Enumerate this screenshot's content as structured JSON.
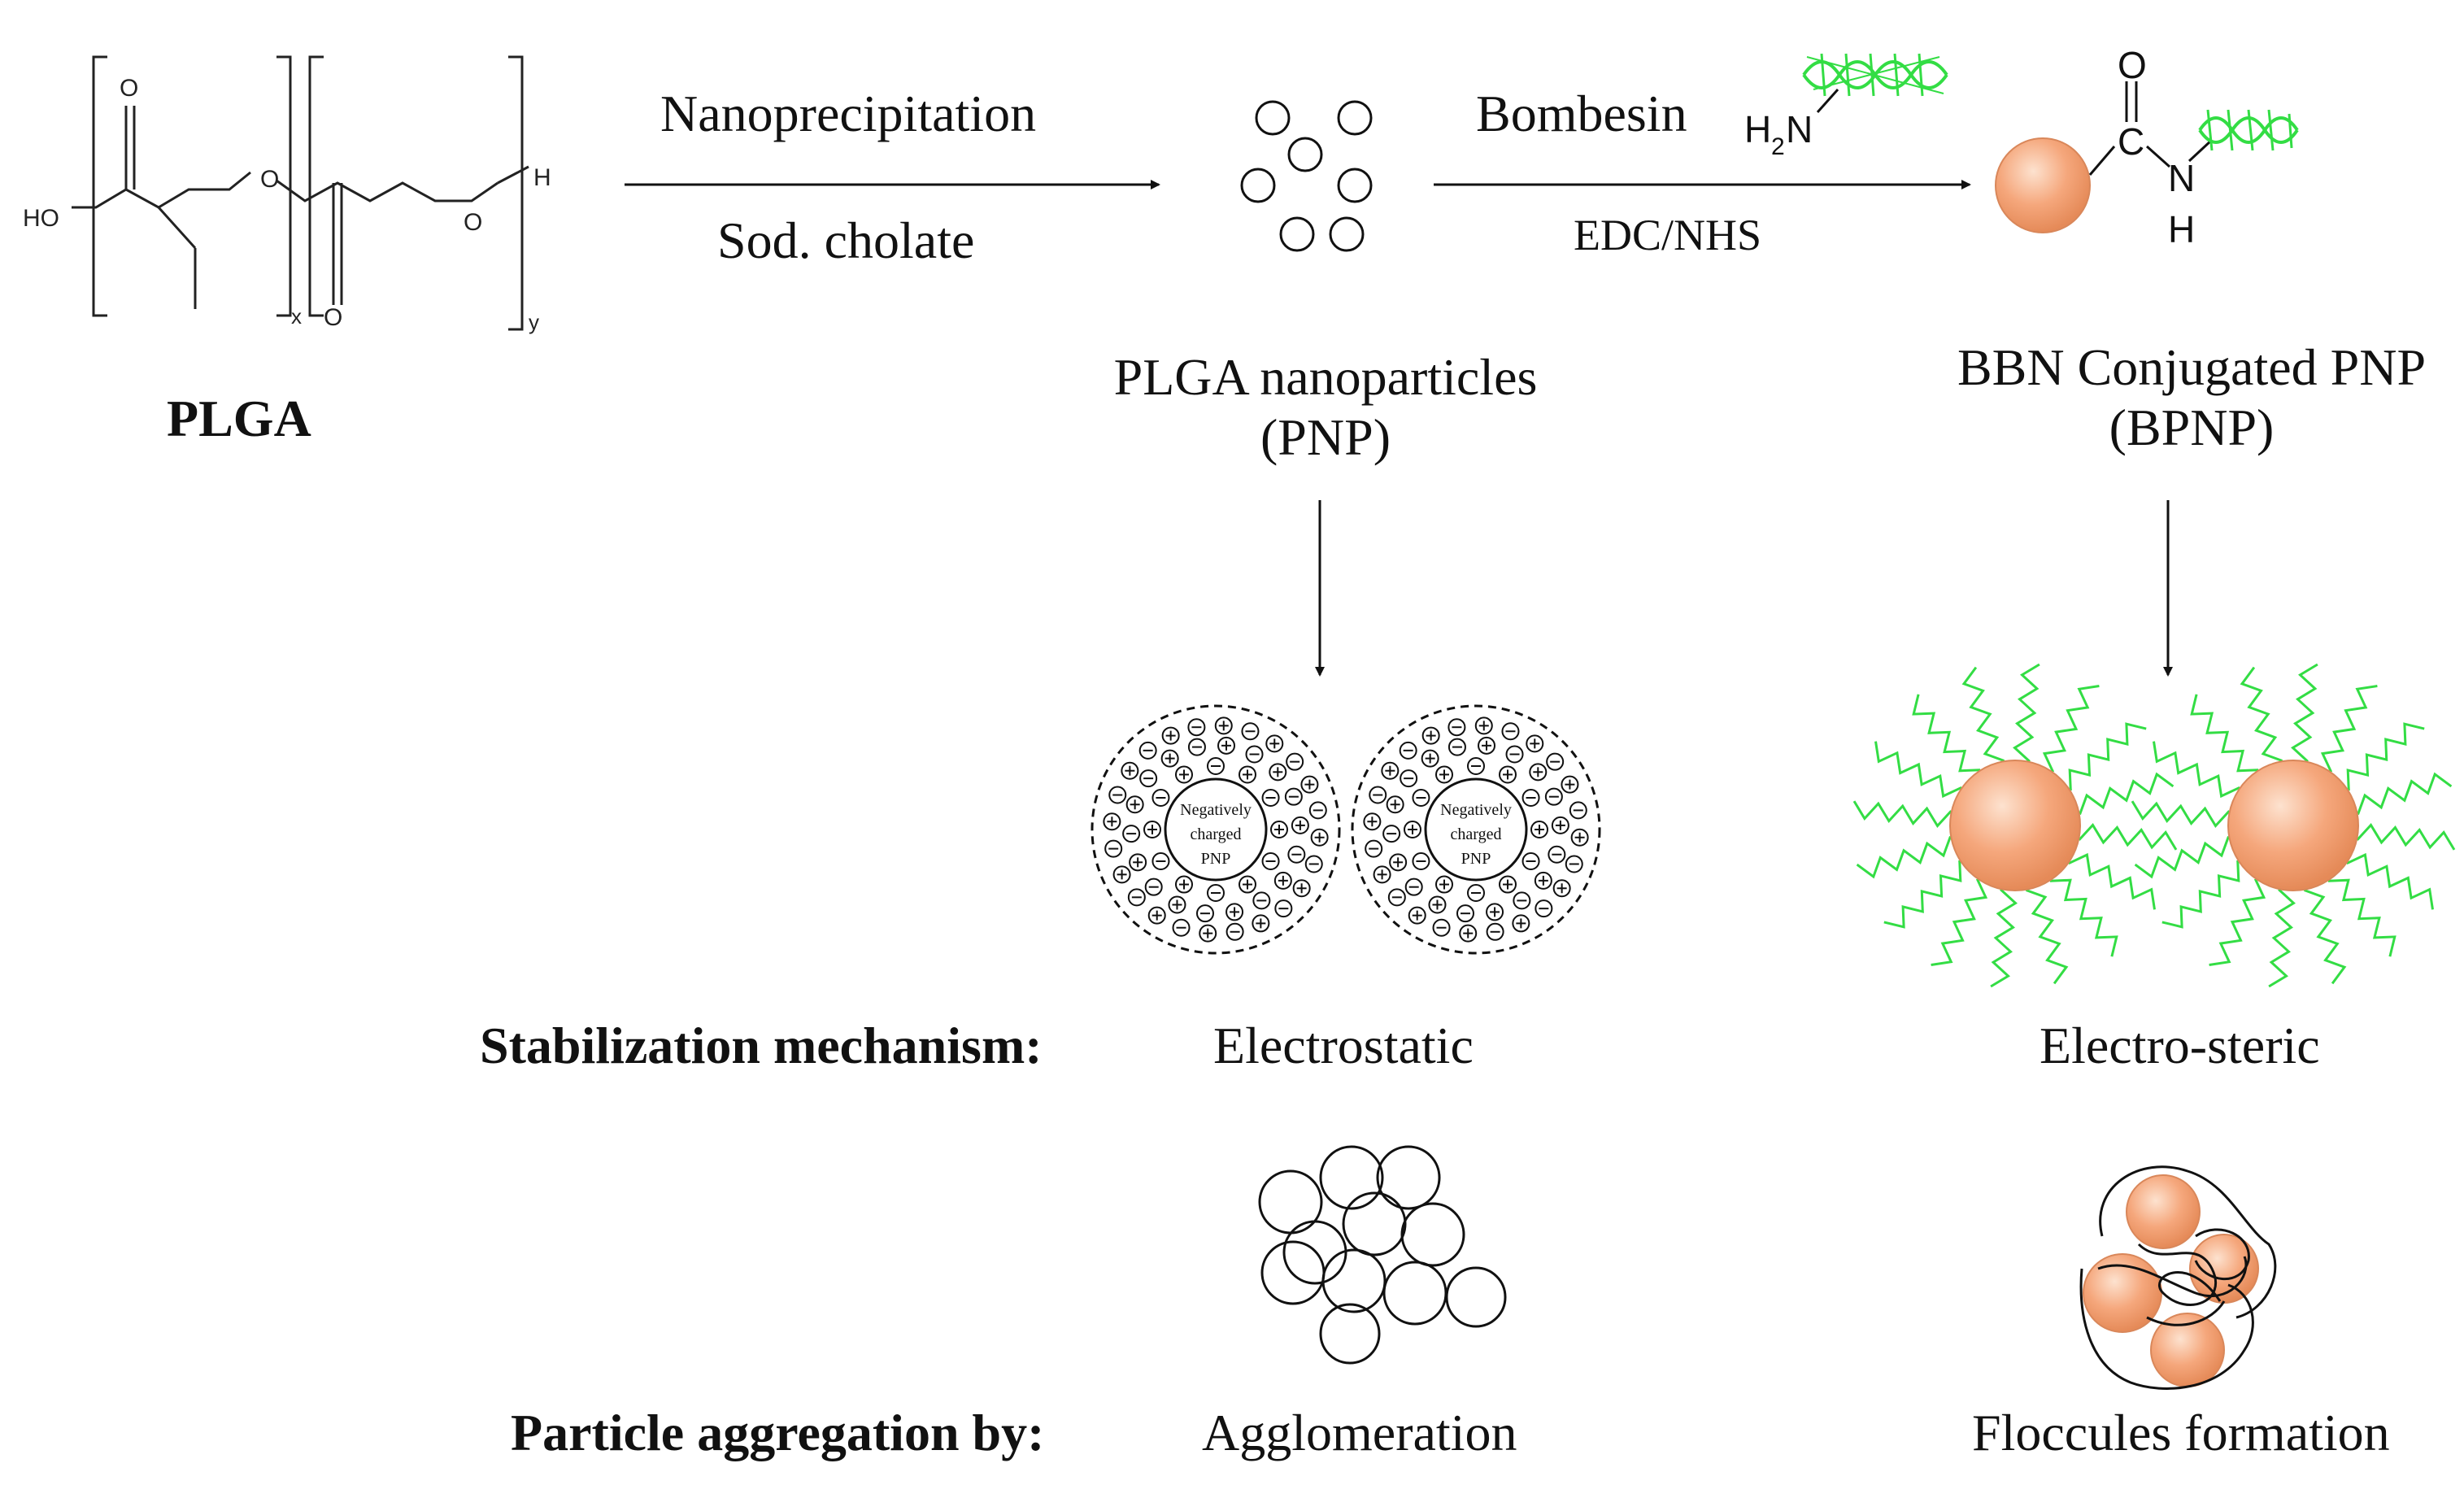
{
  "plga": {
    "label": "PLGA",
    "atoms": {
      "ho": "HO",
      "o_carbonyl1": "O",
      "o_ester1": "O",
      "x_sub": "x",
      "o_carbonyl2": "O",
      "o_ester2": "O",
      "h_end": "H",
      "y_sub": "y"
    }
  },
  "step1": {
    "above": "Nanoprecipitation",
    "below": "Sod. cholate"
  },
  "step2": {
    "above": "Bombesin",
    "below": "EDC/NHS",
    "amine": "H2N"
  },
  "pnp": {
    "line1": "PLGA nanoparticles",
    "line2": "(PNP)"
  },
  "bpnp": {
    "line1": "BBN Conjugated PNP",
    "line2": "(BPNP)",
    "amide_o": "O",
    "amide_c": "C",
    "amide_n": "N",
    "amide_h": "H"
  },
  "double_layer": {
    "core_line1": "Negatively",
    "core_line2": "charged",
    "core_line3": "PNP"
  },
  "stabilization": {
    "label": "Stabilization mechanism:",
    "pnp_value": "Electrostatic",
    "bpnp_value": "Electro-steric"
  },
  "aggregation": {
    "label": "Particle aggregation by:",
    "pnp_value": "Agglomeration",
    "bpnp_value": "Floccules formation"
  },
  "colors": {
    "particle_fill": "#f4a57c",
    "particle_stroke": "#d9875a",
    "peptide_green": "#33dd44",
    "line": "#111111"
  }
}
